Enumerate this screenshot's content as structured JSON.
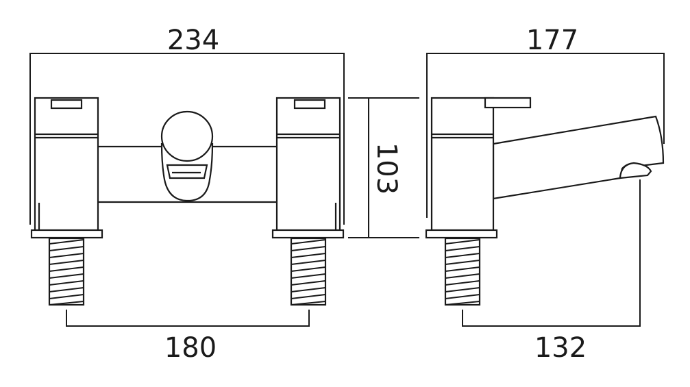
{
  "dimensions": {
    "front_width": "234",
    "side_depth": "177",
    "height": "103",
    "tap_centres": "180",
    "spout_reach": "132"
  },
  "colors": {
    "line": "#1a1a1a",
    "background": "#ffffff"
  }
}
